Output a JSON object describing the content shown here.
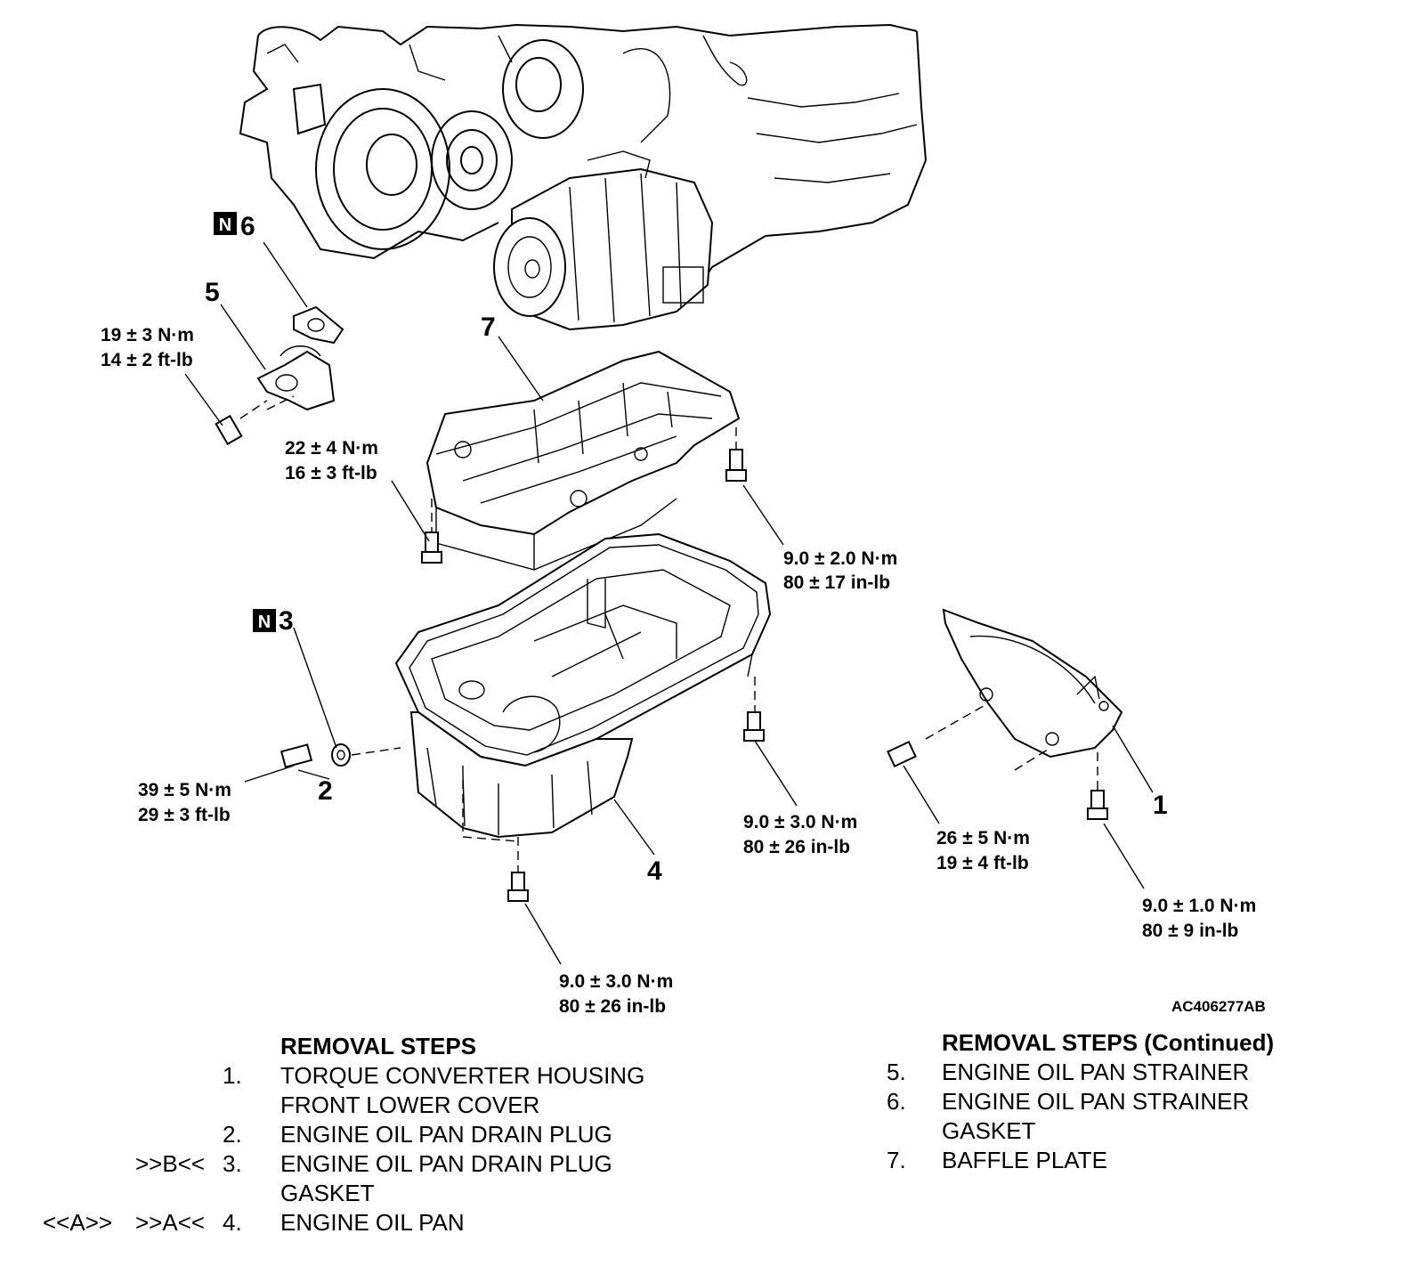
{
  "figure_id": "AC406277AB",
  "callouts": {
    "c1": "1",
    "c2": "2",
    "c3": "3",
    "c4": "4",
    "c5": "5",
    "c6": "6",
    "c7": "7",
    "new_part_badge": "N"
  },
  "torques": {
    "t5_nm": "19 ± 3 N·m",
    "t5_ft": "14 ± 2 ft-lb",
    "t7a_nm": "22 ± 4 N·m",
    "t7a_ft": "16 ± 3 ft-lb",
    "t7b_nm": "9.0 ± 2.0 N·m",
    "t7b_in": "80 ± 17 in-lb",
    "t2_nm": "39 ± 5 N·m",
    "t2_ft": "29 ± 3 ft-lb",
    "t4a_nm": "9.0 ± 3.0 N·m",
    "t4a_in": "80 ± 26 in-lb",
    "t1a_nm": "26 ± 5 N·m",
    "t1a_ft": "19 ± 4 ft-lb",
    "t1b_nm": "9.0 ± 1.0 N·m",
    "t1b_in": "80 ± 9 in-lb",
    "t4b_nm": "9.0 ± 3.0 N·m",
    "t4b_in": "80 ± 26 in-lb"
  },
  "removal_steps": {
    "title": "REMOVAL STEPS",
    "items": [
      {
        "num": "1.",
        "text": "TORQUE CONVERTER HOUSING",
        "text2": "FRONT LOWER COVER",
        "install_mark": "",
        "removal_mark": ""
      },
      {
        "num": "2.",
        "text": "ENGINE OIL PAN DRAIN PLUG",
        "text2": "",
        "install_mark": "",
        "removal_mark": ""
      },
      {
        "num": "3.",
        "text": "ENGINE OIL PAN DRAIN PLUG",
        "text2": "GASKET",
        "install_mark": ">>B<<",
        "removal_mark": ""
      },
      {
        "num": "4.",
        "text": "ENGINE OIL PAN",
        "text2": "",
        "install_mark": ">>A<<",
        "removal_mark": "<<A>>"
      }
    ]
  },
  "removal_steps_continued": {
    "title": "REMOVAL STEPS (Continued)",
    "items": [
      {
        "num": "5.",
        "text": "ENGINE OIL PAN STRAINER",
        "text2": ""
      },
      {
        "num": "6.",
        "text": "ENGINE OIL PAN STRAINER",
        "text2": "GASKET"
      },
      {
        "num": "7.",
        "text": "BAFFLE PLATE",
        "text2": ""
      }
    ]
  }
}
